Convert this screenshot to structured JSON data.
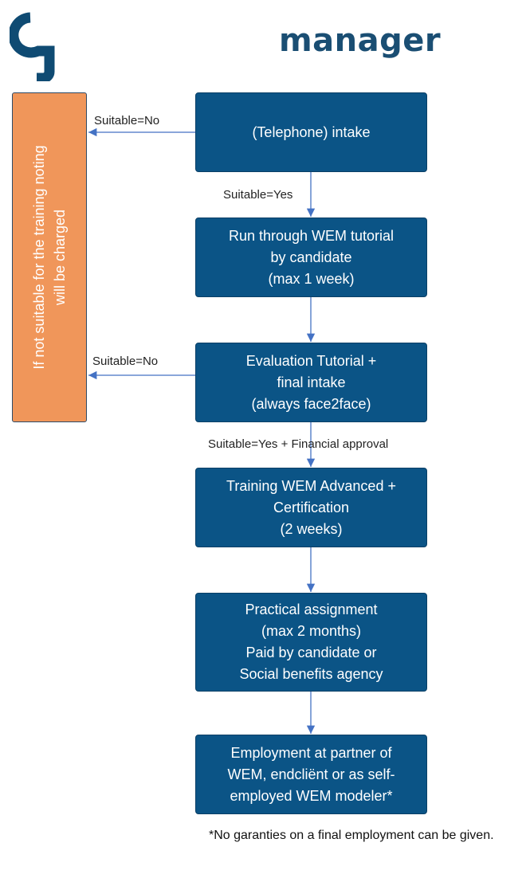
{
  "logo": {
    "word": "manager"
  },
  "side_note": {
    "line1": "If not suitable for the training noting",
    "line2": "will be charged"
  },
  "steps": [
    {
      "lines": [
        "(Telephone) intake"
      ]
    },
    {
      "lines": [
        "Run through WEM tutorial",
        "by candidate",
        "(max 1 week)"
      ]
    },
    {
      "lines": [
        "Evaluation Tutorial +",
        "final intake",
        "(always face2face)"
      ]
    },
    {
      "lines": [
        "Training WEM Advanced +",
        "Certification",
        "(2 weeks)"
      ]
    },
    {
      "lines": [
        "Practical assignment",
        "(max 2 months)",
        "Paid by candidate or",
        "Social benefits agency"
      ]
    },
    {
      "lines": [
        "Employment at partner of",
        "WEM, endcliënt or as self-",
        "employed WEM modeler*"
      ]
    }
  ],
  "edge_labels": {
    "no1": "Suitable=No",
    "yes1": "Suitable=Yes",
    "no2": "Suitable=No",
    "yes2": "Suitable=Yes + Financial approval"
  },
  "footnote": "*No garanties on a final employment can be given.",
  "colors": {
    "box_fill": "#0b5486",
    "side_fill": "#f0965a",
    "arrow": "#4472c4",
    "logo": "#1a4e73"
  }
}
